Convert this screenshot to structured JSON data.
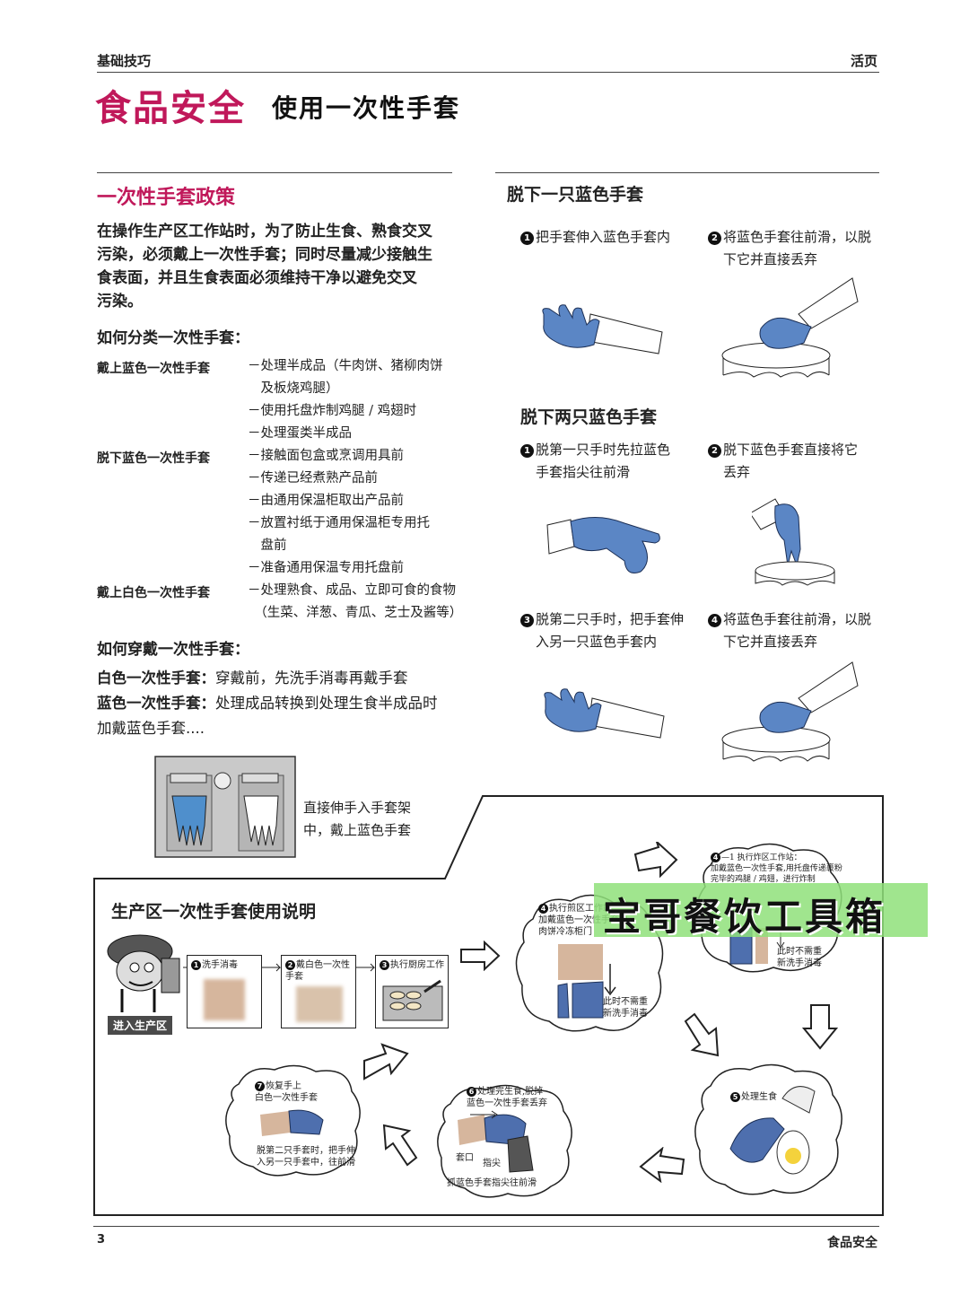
{
  "header": {
    "left": "基础技巧",
    "right": "活页"
  },
  "title": {
    "main": "食品安全",
    "sub": "使用一次性手套"
  },
  "policy": {
    "heading": "一次性手套政策",
    "intro": [
      "在操作生产区工作站时，为了防止生食、熟食交叉",
      "污染，必须戴上一次性手套；同时尽量减少接触生",
      "食表面，并且生食表面必须维持干净以避免交叉",
      "污染。"
    ],
    "classify_heading": "如何分类一次性手套：",
    "groups": [
      {
        "label": "戴上蓝色一次性手套",
        "items": [
          "－处理半成品（牛肉饼、猪柳肉饼",
          "　及板烧鸡腿）",
          "－使用托盘炸制鸡腿 / 鸡翅时",
          "－处理蛋类半成品"
        ]
      },
      {
        "label": "脱下蓝色一次性手套",
        "items": [
          "－接触面包盒或烹调用具前",
          "－传递已经煮熟产品前",
          "－由通用保温柜取出产品前",
          "－放置衬纸于通用保温柜专用托",
          "　盘前",
          "－准备通用保温专用托盘前"
        ]
      },
      {
        "label": "戴上白色一次性手套",
        "items": [
          "－处理熟食、成品、立即可食的食物",
          "　（生菜、洋葱、青瓜、芝士及酱等）"
        ]
      }
    ],
    "wear_heading": "如何穿戴一次性手套：",
    "wear_lines": [
      {
        "term": "白色一次性手套：",
        "text": "穿戴前，先洗手消毒再戴手套"
      },
      {
        "term": "蓝色一次性手套：",
        "text": "处理成品转换到处理生食半成品时"
      },
      {
        "term": "",
        "text": "加戴蓝色手套...."
      }
    ],
    "rack_caption": [
      "直接伸手入手套架",
      "中，戴上蓝色手套"
    ]
  },
  "remove_one": {
    "heading": "脱下一只蓝色手套",
    "steps": [
      {
        "num": "1",
        "lines": [
          "把手套伸入蓝色手套内"
        ]
      },
      {
        "num": "2",
        "lines": [
          "将蓝色手套往前滑，以脱",
          "下它并直接丢弃"
        ]
      }
    ]
  },
  "remove_two": {
    "heading": "脱下两只蓝色手套",
    "steps": [
      {
        "num": "1",
        "lines": [
          "脱第一只手时先拉蓝色",
          "手套指尖往前滑"
        ]
      },
      {
        "num": "2",
        "lines": [
          "脱下蓝色手套直接将它",
          "丢弃"
        ]
      },
      {
        "num": "3",
        "lines": [
          "脱第二只手时，把手套伸",
          "入另一只蓝色手套内"
        ]
      },
      {
        "num": "4",
        "lines": [
          "将蓝色手套往前滑，以脱",
          "下它并直接丢弃"
        ]
      }
    ]
  },
  "flow": {
    "title": "生产区一次性手套使用说明",
    "enter_label": "进入生产区",
    "steps": {
      "s1": "洗手消毒",
      "s2": [
        "戴白色一次性",
        "手套"
      ],
      "s3": "执行厨房工作",
      "s4": [
        "执行煎区工作站",
        "加戴蓝色一次性手套启",
        "肉饼冷冻柜门"
      ],
      "s4_note": [
        "此时不需重",
        "新洗手消毒"
      ],
      "s41": [
        "—1 执行炸区工作站：",
        "加戴蓝色一次性手套,用托盘传递裹粉",
        "完毕的鸡腿 / 鸡翅，进行炸制"
      ],
      "s41_note": [
        "此时不需重",
        "新洗手消毒"
      ],
      "s5": "处理生食",
      "s6": [
        "处理完生食,脱掉",
        "蓝色一次性手套丢弃"
      ],
      "s6_tags": {
        "cuff": "套口",
        "tip": "指尖",
        "bottom": "抓蓝色手套指尖往前滑"
      },
      "s7": [
        "恢复手上",
        "白色一次性手套"
      ],
      "s7_note": [
        "脱第二只手套时，把手伸",
        "入另一只手套中，往前滑"
      ]
    }
  },
  "watermark": "宝哥餐饮工具箱",
  "footer": {
    "page": "3",
    "section": "食品安全"
  },
  "colors": {
    "accent": "#c0185a",
    "glove_blue": "#5b86c5",
    "watermark_bg": "#8fe07a"
  }
}
